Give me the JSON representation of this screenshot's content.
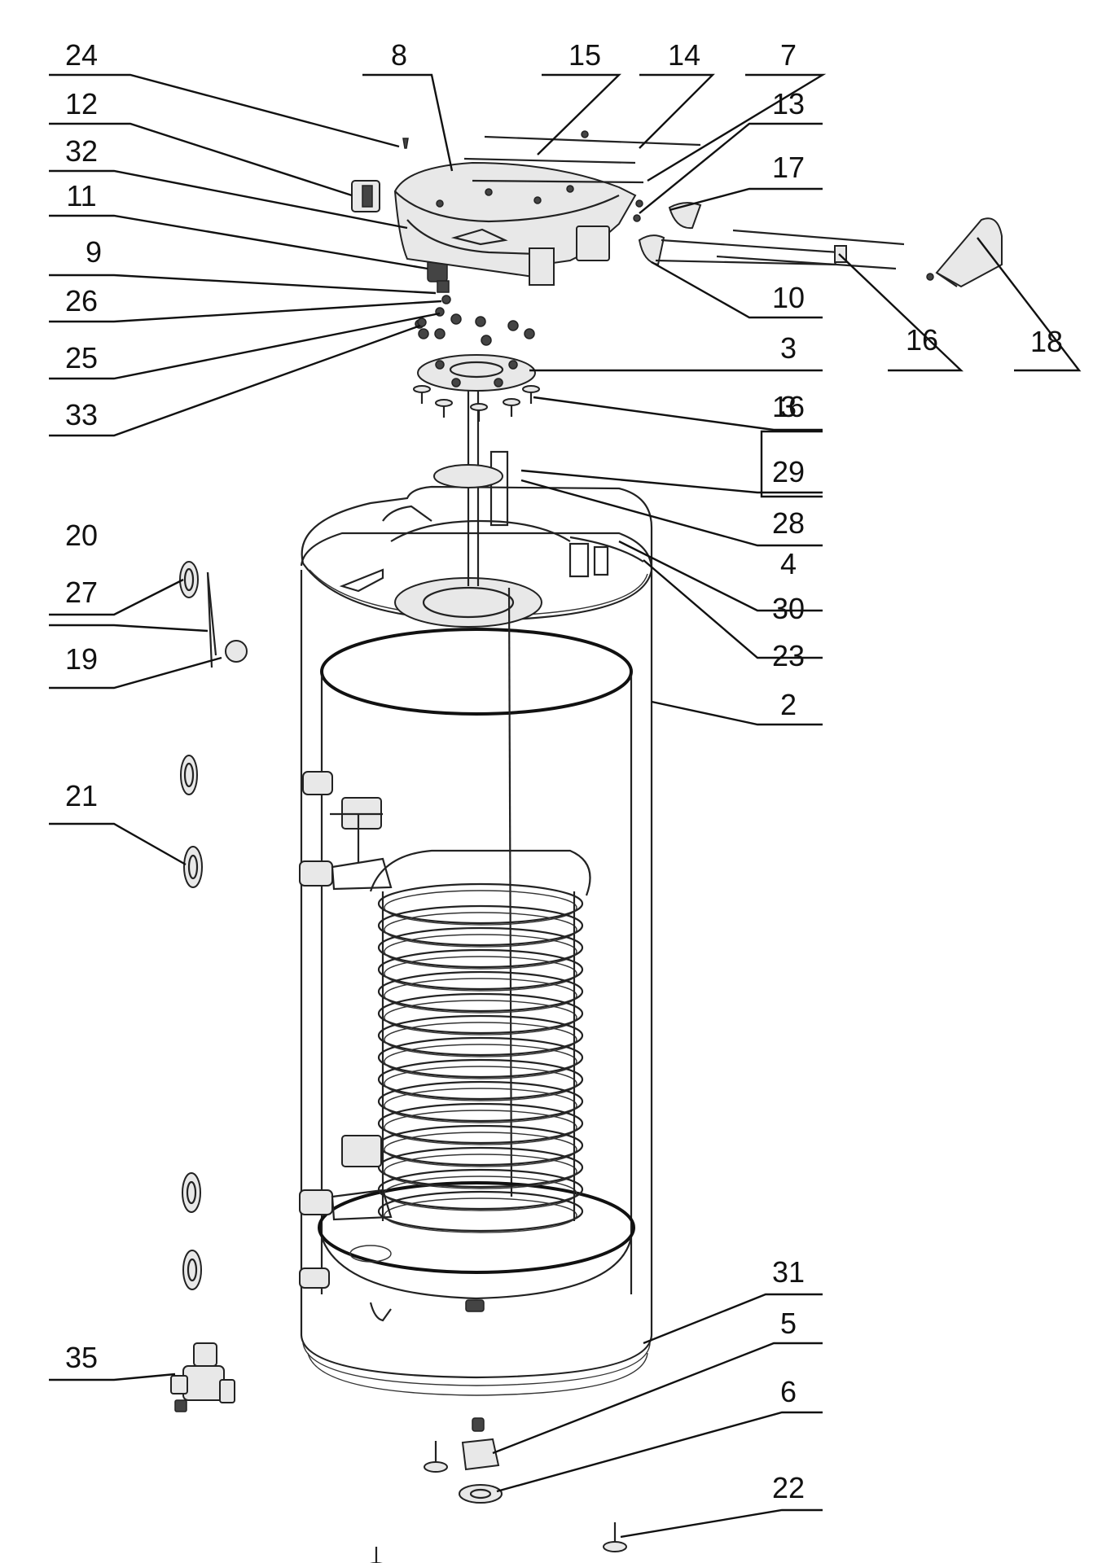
{
  "callouts": [
    {
      "key": "24",
      "text": "24"
    },
    {
      "key": "12",
      "text": "12"
    },
    {
      "key": "32",
      "text": "32"
    },
    {
      "key": "11",
      "text": "11"
    },
    {
      "key": "9",
      "text": "9"
    },
    {
      "key": "26",
      "text": "26"
    },
    {
      "key": "25",
      "text": "25"
    },
    {
      "key": "33",
      "text": "33"
    },
    {
      "key": "8",
      "text": "8"
    },
    {
      "key": "15",
      "text": "15"
    },
    {
      "key": "14",
      "text": "14"
    },
    {
      "key": "7",
      "text": "7"
    },
    {
      "key": "13",
      "text": "13"
    },
    {
      "key": "17",
      "text": "17"
    },
    {
      "key": "10",
      "text": "10"
    },
    {
      "key": "3a",
      "text": "3"
    },
    {
      "key": "16a",
      "text": "16"
    },
    {
      "key": "18",
      "text": "18"
    },
    {
      "key": "3b",
      "text": "3"
    },
    {
      "key": "16b",
      "text": "16"
    },
    {
      "key": "29",
      "text": "29"
    },
    {
      "key": "28",
      "text": "28"
    },
    {
      "key": "4",
      "text": "4"
    },
    {
      "key": "30",
      "text": "30"
    },
    {
      "key": "23",
      "text": "23"
    },
    {
      "key": "2",
      "text": "2"
    },
    {
      "key": "20",
      "text": "20"
    },
    {
      "key": "27",
      "text": "27"
    },
    {
      "key": "19",
      "text": "19"
    },
    {
      "key": "21",
      "text": "21"
    },
    {
      "key": "31",
      "text": "31"
    },
    {
      "key": "5",
      "text": "5"
    },
    {
      "key": "6",
      "text": "6"
    },
    {
      "key": "22",
      "text": "22"
    },
    {
      "key": "35",
      "text": "35"
    }
  ]
}
